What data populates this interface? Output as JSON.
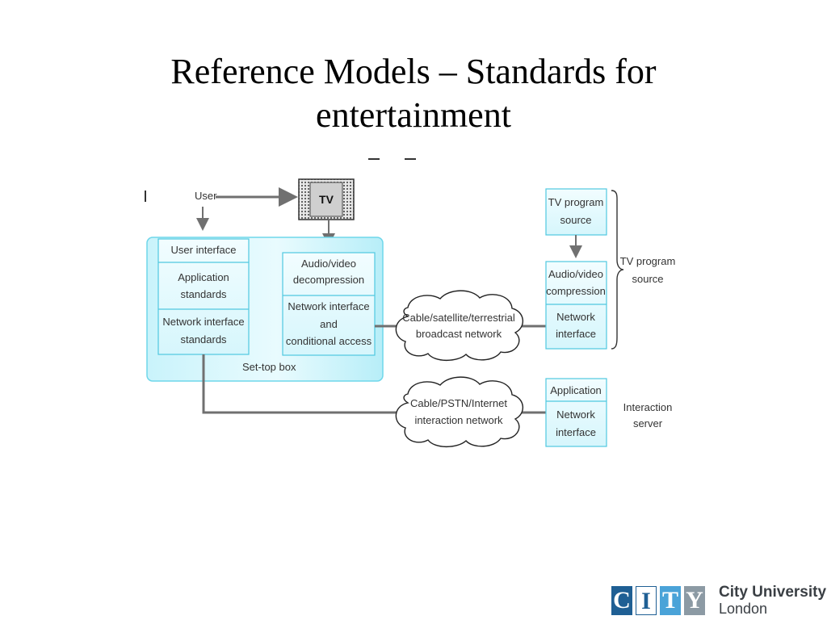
{
  "slide": {
    "title_line1": "Reference Models – Standards for",
    "title_line2": "entertainment"
  },
  "diagram": {
    "user": "User",
    "tv": "TV",
    "settop": {
      "user_interface": "User interface",
      "application_standards": [
        "Application",
        "standards"
      ],
      "network_interface_standards": [
        "Network interface",
        "standards"
      ],
      "av_decompression": [
        "Audio/video",
        "decompression"
      ],
      "network_interface_access": [
        "Network interface",
        "and",
        "conditional access"
      ],
      "label": "Set-top box"
    },
    "broadcast_cloud": [
      "Cable/satellite/terrestrial",
      "broadcast network"
    ],
    "interaction_cloud": [
      "Cable/PSTN/Internet",
      "interaction network"
    ],
    "tv_program_source_box": [
      "TV program",
      "source"
    ],
    "av_compression": [
      "Audio/video",
      "compression"
    ],
    "source_network_interface": [
      "Network",
      "interface"
    ],
    "tv_program_source_label": [
      "TV program",
      "source"
    ],
    "server_application": "Application",
    "server_network_interface": [
      "Network",
      "interface"
    ],
    "interaction_server_label": [
      "Interaction",
      "server"
    ]
  },
  "logo": {
    "letters": [
      "C",
      "I",
      "T",
      "Y"
    ],
    "name": "City University",
    "city": "London"
  }
}
